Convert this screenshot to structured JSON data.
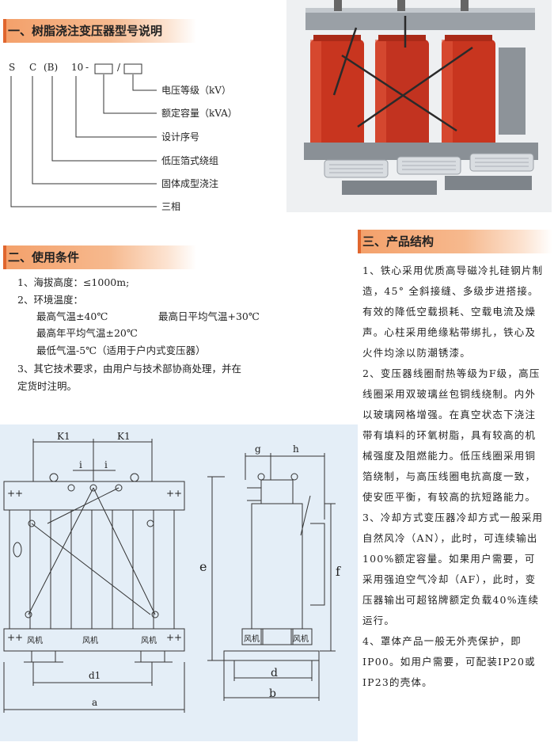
{
  "section1": {
    "title": "一、树脂浇注变压器型号说明",
    "code": {
      "s": "S",
      "c": "C",
      "b": "(B)",
      "num": "10",
      "dash": "-",
      "slash": "/"
    },
    "labels": [
      "电压等级（kV）",
      "额定容量（kVA）",
      "设计序号",
      "低压箔式绕组",
      "固体成型浇注",
      "三相"
    ]
  },
  "section2": {
    "title": "二、使用条件",
    "lines": [
      "1、海拔高度：≤1000m;",
      "2、环境温度：",
      "最高气温±40℃",
      "最高日平均气温+30℃",
      "最高年平均气温±20℃",
      "最低气温-5℃（适用于户内式变压器）",
      "3、其它技术要求，由用户与技术部协商处理，并在",
      "定货时注明。"
    ]
  },
  "section3": {
    "title": "三、产品结构",
    "paragraphs": [
      "1、铁心采用优质高导磁冷扎硅钢片制造，45° 全斜接缝、多级步进搭接。有效的降低空载损耗、空载电流及燥声。心柱采用绝缘粘带绑扎，铁心及火件均涂以防潮锈漆。",
      "2、变压器线圈耐热等级为F级，高压线圈采用双玻璃丝包铜线绕制。内外以玻璃网格增强。在真空状态下浇注带有填料的环氧树脂，具有较高的机械强度及阻燃能力。低压线圈采用铜箔绕制，与高压线圈电抗高度一致，使安匝平衡，有较高的抗短路能力。",
      "3、冷却方式变压器冷却方式一般采用自然风冷（AN），此时，可连续输出100%额定容量。如果用户需要，可采用强迫空气冷却（AF），此时，变压器输出可超铭牌额定负载40%连续运行。",
      "4、罩体产品一般无外壳保护，即IP00。如用户需要，可配装IP20或IP23的壳体。"
    ]
  },
  "drawing": {
    "dims": {
      "k1a": "K1",
      "k1b": "K1",
      "ia": "i",
      "ib": "i",
      "d1": "d1",
      "a": "a",
      "g": "g",
      "h": "h",
      "e": "e",
      "f": "f",
      "d": "d",
      "b": "b"
    },
    "fan": "风机",
    "plus": "++"
  },
  "colors": {
    "header": "#f4a06a",
    "accent": "#e0662e",
    "drawing_bg": "#e4eef7",
    "coil": "#c8351f"
  }
}
